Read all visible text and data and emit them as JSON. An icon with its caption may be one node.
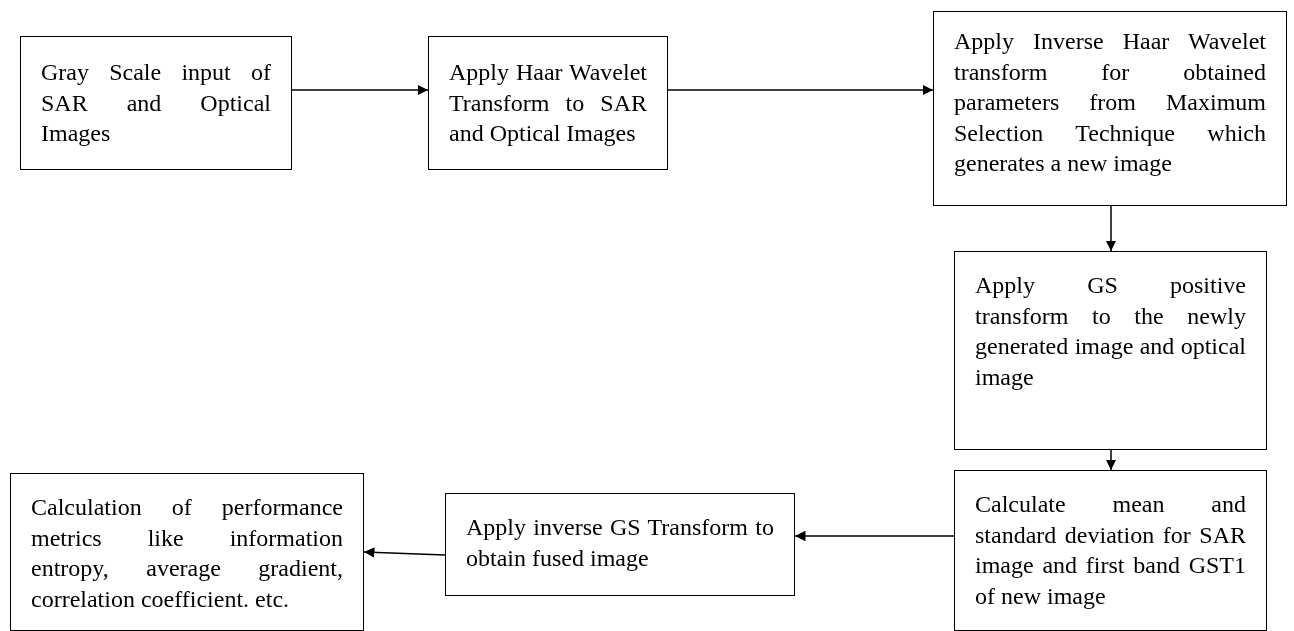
{
  "diagram": {
    "nodes": [
      {
        "text": [
          "Gray Scale input of SAR and Optical Images"
        ]
      },
      {
        "text": [
          "Apply Haar Wavelet Transform to SAR and Optical Images"
        ]
      },
      {
        "text": [
          "Apply Inverse Haar Wavelet transform for obtained parameters from Maximum Selection Technique which generates a new image"
        ]
      },
      {
        "text": [
          "Apply GS positive transform to the newly generated image and optical image"
        ]
      },
      {
        "text": [
          "Calculate mean and standard deviation for SAR image and first band GST1 of new image"
        ]
      },
      {
        "text": [
          "Apply inverse GS Transform to obtain fused image"
        ]
      },
      {
        "text": [
          "Calculation of performance metrics like information entropy, average gradient, correlation coefficient. etc."
        ]
      }
    ],
    "edges": [
      {
        "from": 0,
        "to": 1,
        "arrow": "to"
      },
      {
        "from": 1,
        "to": 2,
        "arrow": "to"
      },
      {
        "from": 2,
        "to": 3,
        "arrow": "to"
      },
      {
        "from": 3,
        "to": 4,
        "arrow": "to"
      },
      {
        "from": 4,
        "to": 5,
        "arrow": "to"
      },
      {
        "from": 5,
        "to": 6,
        "arrow": "to"
      }
    ]
  }
}
